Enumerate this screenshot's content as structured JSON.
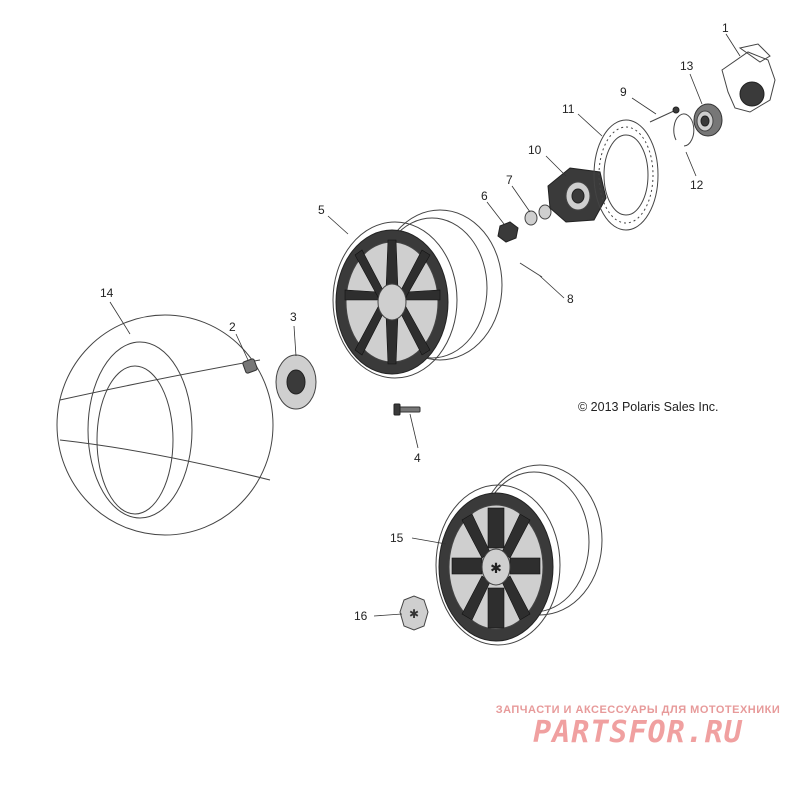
{
  "copyright": "© 2013 Polaris Sales Inc.",
  "callouts": {
    "c1": "1",
    "c2": "2",
    "c3": "3",
    "c4": "4",
    "c5": "5",
    "c6": "6",
    "c7": "7",
    "c8": "8",
    "c9": "9",
    "c10": "10",
    "c11": "11",
    "c12": "12",
    "c13": "13",
    "c14": "14",
    "c15": "15",
    "c16": "16"
  },
  "watermark": {
    "subtitle": "ЗАПЧАСТИ И АКСЕССУАРЫ ДЛЯ МОТОТЕХНИКИ",
    "brand": "PARTSFOR.RU"
  }
}
